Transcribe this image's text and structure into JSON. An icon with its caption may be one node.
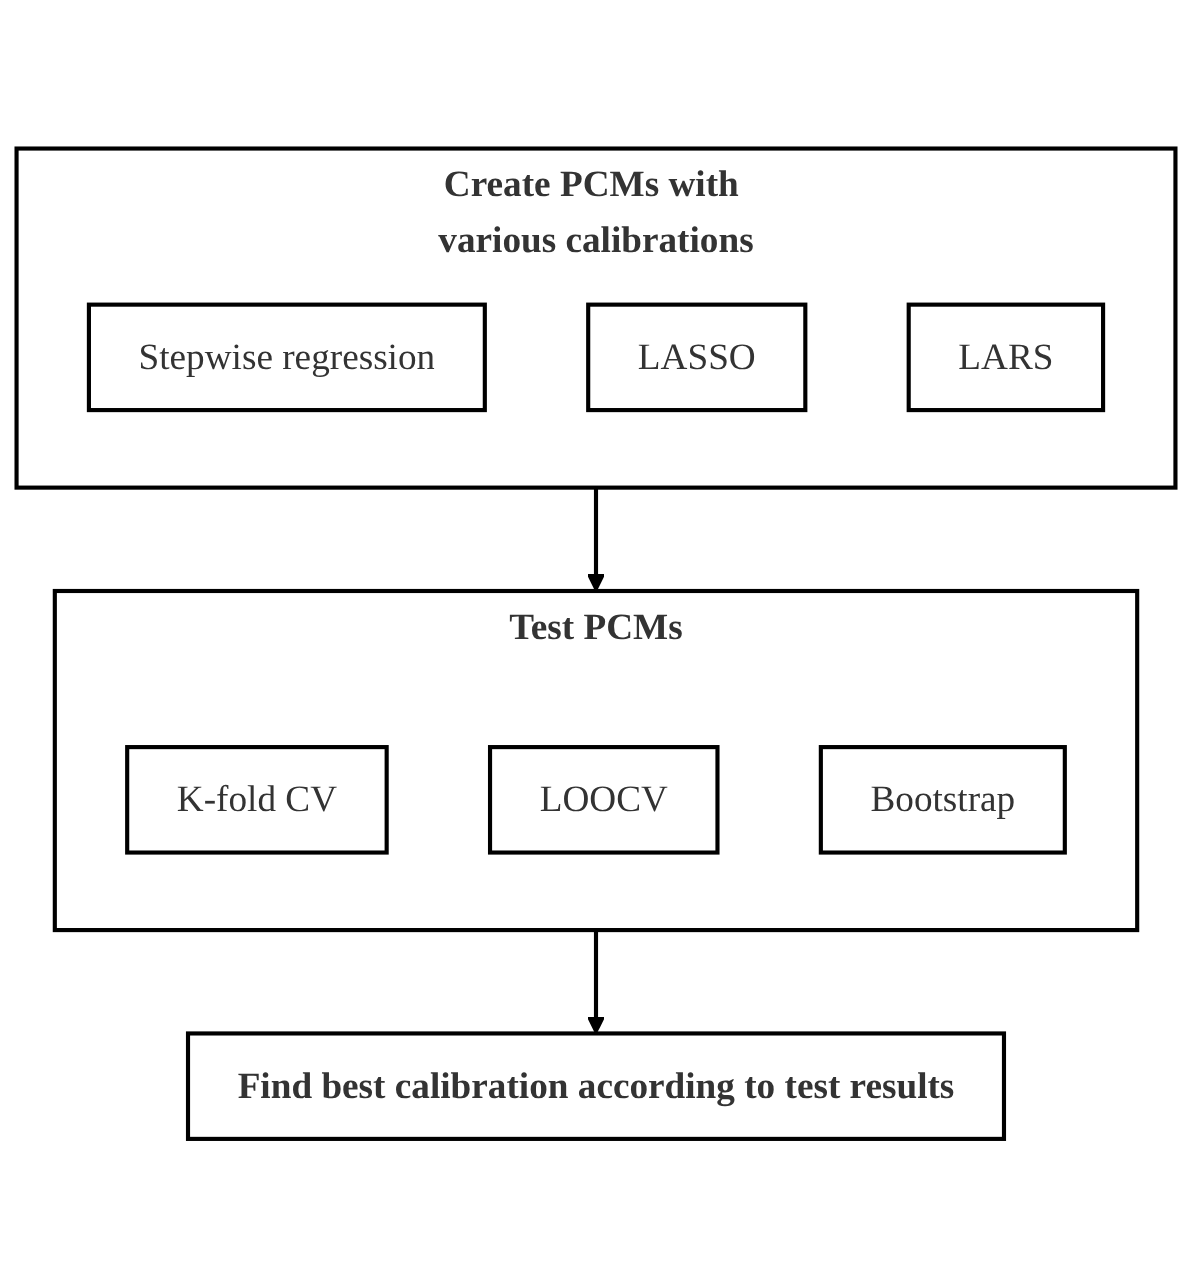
{
  "diagram": {
    "nodes": [
      {
        "text": [
          "Create PCMs with various calibrations"
        ]
      },
      {
        "text": [
          "Stepwise regression"
        ],
        "in": 0
      },
      {
        "text": [
          "LASSO"
        ],
        "in": 0
      },
      {
        "text": [
          "LARS"
        ],
        "in": 0
      },
      {
        "text": [
          "Test PCMs"
        ]
      },
      {
        "text": [
          "K-fold CV"
        ],
        "in": 4
      },
      {
        "text": [
          "LOOCV"
        ],
        "in": 4
      },
      {
        "text": [
          "Bootstrap"
        ],
        "in": 4
      },
      {
        "text": [
          "Find best calibration according to test results"
        ]
      }
    ],
    "edges": [
      {
        "from": 0,
        "to": 4,
        "arrow": "to"
      },
      {
        "from": 4,
        "to": 8,
        "arrow": "to"
      }
    ]
  }
}
